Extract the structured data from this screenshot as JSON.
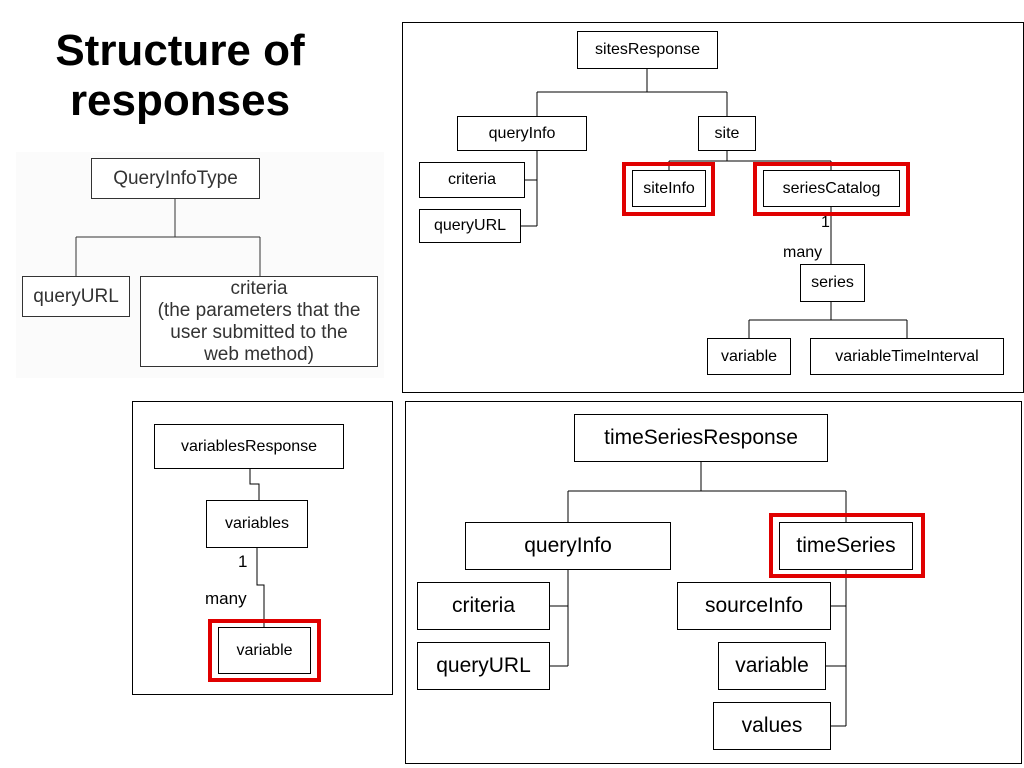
{
  "title": {
    "line1": "Structure of",
    "line2": "responses"
  },
  "query_info_type": {
    "root": "QueryInfoType",
    "query_url": "queryURL",
    "criteria": "criteria",
    "criteria_desc_1": "(the parameters that the",
    "criteria_desc_2": "user submitted to the",
    "criteria_desc_3": "web method)"
  },
  "sites_response": {
    "root": "sitesResponse",
    "query_info": "queryInfo",
    "site": "site",
    "criteria": "criteria",
    "query_url": "queryURL",
    "site_info": "siteInfo",
    "series_catalog": "seriesCatalog",
    "one": "1",
    "many": "many",
    "series": "series",
    "variable": "variable",
    "variable_time_interval": "variableTimeInterval"
  },
  "variables_response": {
    "root": "variablesResponse",
    "variables": "variables",
    "one": "1",
    "many": "many",
    "variable": "variable"
  },
  "time_series_response": {
    "root": "timeSeriesResponse",
    "query_info": "queryInfo",
    "time_series": "timeSeries",
    "criteria": "criteria",
    "query_url": "queryURL",
    "source_info": "sourceInfo",
    "variable": "variable",
    "values": "values"
  },
  "colors": {
    "highlight": "#e00000",
    "line": "#000000"
  }
}
